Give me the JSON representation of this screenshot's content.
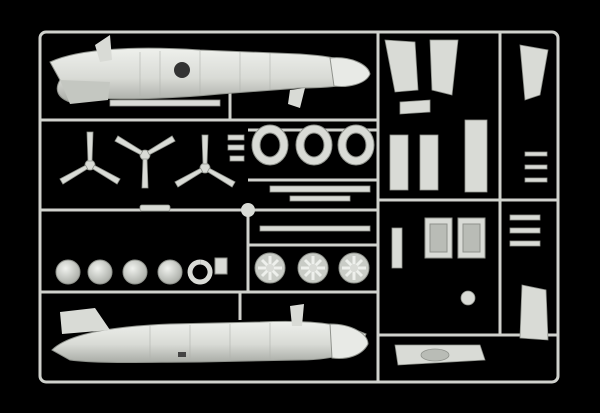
{
  "image": {
    "subject": "model-kit-sprue",
    "background_color": "#000000",
    "plastic_color": "#d9dbd6",
    "plastic_shade": "#b9bcb6",
    "plastic_highlight": "#eef0ec"
  },
  "parts": {
    "fuselage_halves": 2,
    "propellers": 3,
    "cowling_rings": 3,
    "radial_engines": 3,
    "wheels": 4,
    "seats": 2
  }
}
